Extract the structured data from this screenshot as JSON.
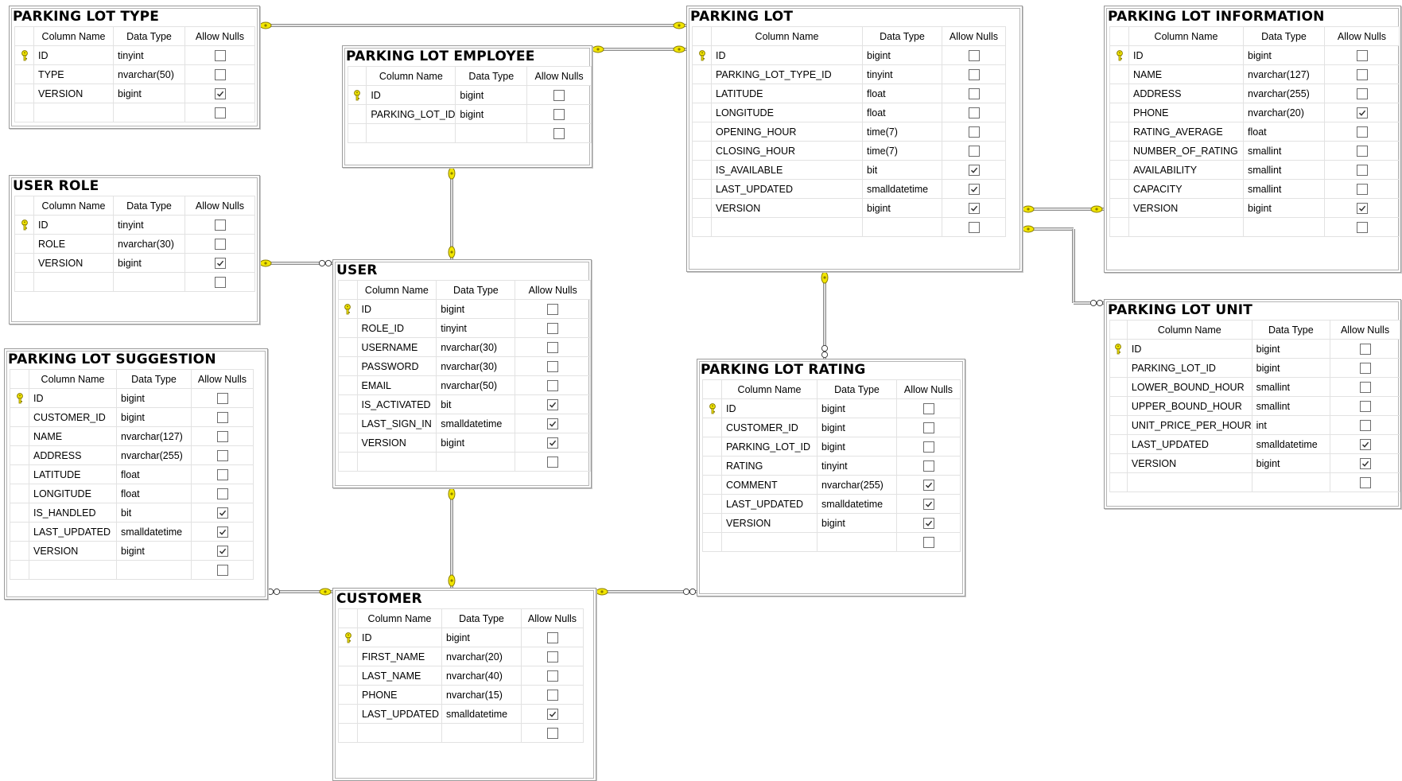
{
  "headers": {
    "column_name": "Column Name",
    "data_type": "Data Type",
    "allow_nulls": "Allow Nulls"
  },
  "tables": [
    {
      "id": "parking-lot-type",
      "title": "PARKING LOT TYPE",
      "rows": [
        {
          "name": "ID",
          "type": "tinyint",
          "null": false,
          "pk": true
        },
        {
          "name": "TYPE",
          "type": "nvarchar(50)",
          "null": false
        },
        {
          "name": "VERSION",
          "type": "bigint",
          "null": true
        }
      ]
    },
    {
      "id": "parking-lot-employee",
      "title": "PARKING LOT EMPLOYEE",
      "rows": [
        {
          "name": "ID",
          "type": "bigint",
          "null": false,
          "pk": true
        },
        {
          "name": "PARKING_LOT_ID",
          "type": "bigint",
          "null": false
        }
      ]
    },
    {
      "id": "parking-lot",
      "title": "PARKING LOT",
      "rows": [
        {
          "name": "ID",
          "type": "bigint",
          "null": false,
          "pk": true
        },
        {
          "name": "PARKING_LOT_TYPE_ID",
          "type": "tinyint",
          "null": false
        },
        {
          "name": "LATITUDE",
          "type": "float",
          "null": false
        },
        {
          "name": "LONGITUDE",
          "type": "float",
          "null": false
        },
        {
          "name": "OPENING_HOUR",
          "type": "time(7)",
          "null": false
        },
        {
          "name": "CLOSING_HOUR",
          "type": "time(7)",
          "null": false
        },
        {
          "name": "IS_AVAILABLE",
          "type": "bit",
          "null": true
        },
        {
          "name": "LAST_UPDATED",
          "type": "smalldatetime",
          "null": true
        },
        {
          "name": "VERSION",
          "type": "bigint",
          "null": true
        }
      ]
    },
    {
      "id": "parking-lot-information",
      "title": "PARKING LOT INFORMATION",
      "rows": [
        {
          "name": "ID",
          "type": "bigint",
          "null": false,
          "pk": true
        },
        {
          "name": "NAME",
          "type": "nvarchar(127)",
          "null": false
        },
        {
          "name": "ADDRESS",
          "type": "nvarchar(255)",
          "null": false
        },
        {
          "name": "PHONE",
          "type": "nvarchar(20)",
          "null": true
        },
        {
          "name": "RATING_AVERAGE",
          "type": "float",
          "null": false
        },
        {
          "name": "NUMBER_OF_RATING",
          "type": "smallint",
          "null": false
        },
        {
          "name": "AVAILABILITY",
          "type": "smallint",
          "null": false
        },
        {
          "name": "CAPACITY",
          "type": "smallint",
          "null": false
        },
        {
          "name": "VERSION",
          "type": "bigint",
          "null": true
        }
      ]
    },
    {
      "id": "user-role",
      "title": "USER ROLE",
      "rows": [
        {
          "name": "ID",
          "type": "tinyint",
          "null": false,
          "pk": true
        },
        {
          "name": "ROLE",
          "type": "nvarchar(30)",
          "null": false
        },
        {
          "name": "VERSION",
          "type": "bigint",
          "null": true
        }
      ]
    },
    {
      "id": "user",
      "title": "USER",
      "rows": [
        {
          "name": "ID",
          "type": "bigint",
          "null": false,
          "pk": true
        },
        {
          "name": "ROLE_ID",
          "type": "tinyint",
          "null": false
        },
        {
          "name": "USERNAME",
          "type": "nvarchar(30)",
          "null": false
        },
        {
          "name": "PASSWORD",
          "type": "nvarchar(30)",
          "null": false
        },
        {
          "name": "EMAIL",
          "type": "nvarchar(50)",
          "null": false
        },
        {
          "name": "IS_ACTIVATED",
          "type": "bit",
          "null": true
        },
        {
          "name": "LAST_SIGN_IN",
          "type": "smalldatetime",
          "null": true
        },
        {
          "name": "VERSION",
          "type": "bigint",
          "null": true
        }
      ]
    },
    {
      "id": "parking-lot-unit",
      "title": "PARKING LOT UNIT",
      "rows": [
        {
          "name": "ID",
          "type": "bigint",
          "null": false,
          "pk": true
        },
        {
          "name": "PARKING_LOT_ID",
          "type": "bigint",
          "null": false
        },
        {
          "name": "LOWER_BOUND_HOUR",
          "type": "smallint",
          "null": false
        },
        {
          "name": "UPPER_BOUND_HOUR",
          "type": "smallint",
          "null": false
        },
        {
          "name": "UNIT_PRICE_PER_HOUR",
          "type": "int",
          "null": false
        },
        {
          "name": "LAST_UPDATED",
          "type": "smalldatetime",
          "null": true
        },
        {
          "name": "VERSION",
          "type": "bigint",
          "null": true
        }
      ]
    },
    {
      "id": "parking-lot-suggestion",
      "title": "PARKING LOT SUGGESTION",
      "rows": [
        {
          "name": "ID",
          "type": "bigint",
          "null": false,
          "pk": true
        },
        {
          "name": "CUSTOMER_ID",
          "type": "bigint",
          "null": false
        },
        {
          "name": "NAME",
          "type": "nvarchar(127)",
          "null": false
        },
        {
          "name": "ADDRESS",
          "type": "nvarchar(255)",
          "null": false
        },
        {
          "name": "LATITUDE",
          "type": "float",
          "null": false
        },
        {
          "name": "LONGITUDE",
          "type": "float",
          "null": false
        },
        {
          "name": "IS_HANDLED",
          "type": "bit",
          "null": true
        },
        {
          "name": "LAST_UPDATED",
          "type": "smalldatetime",
          "null": true
        },
        {
          "name": "VERSION",
          "type": "bigint",
          "null": true
        }
      ]
    },
    {
      "id": "parking-lot-rating",
      "title": "PARKING LOT RATING",
      "rows": [
        {
          "name": "ID",
          "type": "bigint",
          "null": false,
          "pk": true
        },
        {
          "name": "CUSTOMER_ID",
          "type": "bigint",
          "null": false
        },
        {
          "name": "PARKING_LOT_ID",
          "type": "bigint",
          "null": false
        },
        {
          "name": "RATING",
          "type": "tinyint",
          "null": false
        },
        {
          "name": "COMMENT",
          "type": "nvarchar(255)",
          "null": true
        },
        {
          "name": "LAST_UPDATED",
          "type": "smalldatetime",
          "null": true
        },
        {
          "name": "VERSION",
          "type": "bigint",
          "null": true
        }
      ]
    },
    {
      "id": "customer",
      "title": "CUSTOMER",
      "rows": [
        {
          "name": "ID",
          "type": "bigint",
          "null": false,
          "pk": true
        },
        {
          "name": "FIRST_NAME",
          "type": "nvarchar(20)",
          "null": false
        },
        {
          "name": "LAST_NAME",
          "type": "nvarchar(40)",
          "null": false
        },
        {
          "name": "PHONE",
          "type": "nvarchar(15)",
          "null": false
        },
        {
          "name": "LAST_UPDATED",
          "type": "smalldatetime",
          "null": true
        }
      ]
    }
  ],
  "relationships": [
    {
      "from": "parking-lot-type",
      "to": "parking-lot"
    },
    {
      "from": "parking-lot",
      "to": "parking-lot-employee"
    },
    {
      "from": "parking-lot",
      "to": "parking-lot-information"
    },
    {
      "from": "parking-lot",
      "to": "parking-lot-unit"
    },
    {
      "from": "parking-lot",
      "to": "parking-lot-rating"
    },
    {
      "from": "user-role",
      "to": "user"
    },
    {
      "from": "user",
      "to": "parking-lot-employee"
    },
    {
      "from": "user",
      "to": "customer"
    },
    {
      "from": "customer",
      "to": "parking-lot-suggestion"
    },
    {
      "from": "customer",
      "to": "parking-lot-rating"
    }
  ],
  "colors": {
    "key": "#f2e600",
    "key_outline": "#8a7d00",
    "line": "#7a7a7a",
    "border": "#9a9a9a"
  }
}
